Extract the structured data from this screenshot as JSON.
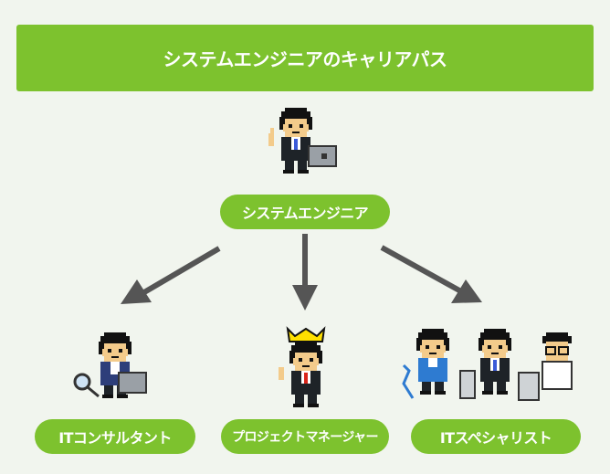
{
  "title": "システムエンジニアのキャリアパス",
  "nodes": {
    "top": "システムエンジニア",
    "left": "ITコンサルタント",
    "middle": "プロジェクトマネージャー",
    "right": "ITスペシャリスト"
  },
  "colors": {
    "accent": "#7dc22e",
    "background": "#f1f5ee",
    "arrow": "#555555"
  },
  "icons": [
    "engineer-with-laptop-icon",
    "consultant-with-magnifier-icon",
    "manager-with-crown-icon",
    "specialist-group-icon"
  ]
}
